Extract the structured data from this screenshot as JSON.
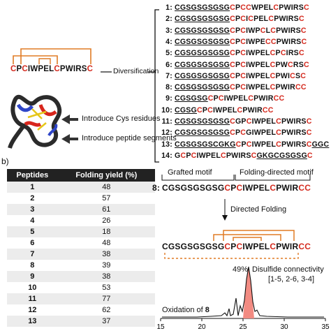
{
  "panel_b_label": "b)",
  "diversification_label": "Diversification",
  "template_sequence": [
    "C",
    "P",
    "C",
    "I",
    "W",
    "P",
    "E",
    "L",
    "C",
    "P",
    "W",
    "I",
    "R",
    "S",
    "C"
  ],
  "arrow_label_1": "Introduce Cys residues",
  "arrow_label_2": "Introduce peptide segments",
  "variants": [
    {
      "num": "1:",
      "segs": [
        [
          "CGSGSGSGSG",
          "u"
        ],
        [
          "C",
          "c"
        ],
        [
          "P",
          "n"
        ],
        [
          "C",
          "c"
        ],
        [
          "C",
          "c"
        ],
        [
          "WPEL",
          "n"
        ],
        [
          "C",
          "c"
        ],
        [
          "PWIRS",
          "n"
        ],
        [
          "C",
          "c"
        ]
      ]
    },
    {
      "num": "2:",
      "segs": [
        [
          "CGSGSGSGSG",
          "u"
        ],
        [
          "C",
          "c"
        ],
        [
          "P",
          "n"
        ],
        [
          "C",
          "c"
        ],
        [
          "I",
          "n"
        ],
        [
          "C",
          "c"
        ],
        [
          "PEL",
          "n"
        ],
        [
          "C",
          "c"
        ],
        [
          "PWIRS",
          "n"
        ],
        [
          "C",
          "c"
        ]
      ]
    },
    {
      "num": "3:",
      "segs": [
        [
          "CGSGSGSGSG",
          "u"
        ],
        [
          "C",
          "c"
        ],
        [
          "P",
          "n"
        ],
        [
          "C",
          "c"
        ],
        [
          "IWP",
          "n"
        ],
        [
          "C",
          "c"
        ],
        [
          "L",
          "n"
        ],
        [
          "C",
          "c"
        ],
        [
          "PWIRS",
          "n"
        ],
        [
          "C",
          "c"
        ]
      ]
    },
    {
      "num": "4:",
      "segs": [
        [
          "CGSGSGSGSG",
          "u"
        ],
        [
          "C",
          "c"
        ],
        [
          "P",
          "n"
        ],
        [
          "C",
          "c"
        ],
        [
          "IWPE",
          "n"
        ],
        [
          "C",
          "c"
        ],
        [
          "C",
          "c"
        ],
        [
          "PWIRS",
          "n"
        ],
        [
          "C",
          "c"
        ]
      ]
    },
    {
      "num": "5:",
      "segs": [
        [
          "CGSGSGSGSG",
          "u"
        ],
        [
          "C",
          "c"
        ],
        [
          "P",
          "n"
        ],
        [
          "C",
          "c"
        ],
        [
          "IWPEL",
          "n"
        ],
        [
          "C",
          "c"
        ],
        [
          "P",
          "n"
        ],
        [
          "C",
          "c"
        ],
        [
          "IRS",
          "n"
        ],
        [
          "C",
          "c"
        ]
      ]
    },
    {
      "num": "6:",
      "segs": [
        [
          "CGSGSGSGSG",
          "u"
        ],
        [
          "C",
          "c"
        ],
        [
          "P",
          "n"
        ],
        [
          "C",
          "c"
        ],
        [
          "IWPEL",
          "n"
        ],
        [
          "C",
          "c"
        ],
        [
          "PW",
          "n"
        ],
        [
          "C",
          "c"
        ],
        [
          "RS",
          "n"
        ],
        [
          "C",
          "c"
        ]
      ]
    },
    {
      "num": "7:",
      "segs": [
        [
          "CGSGSGSGSG",
          "u"
        ],
        [
          "C",
          "c"
        ],
        [
          "P",
          "n"
        ],
        [
          "C",
          "c"
        ],
        [
          "IWPEL",
          "n"
        ],
        [
          "C",
          "c"
        ],
        [
          "PWI",
          "n"
        ],
        [
          "C",
          "c"
        ],
        [
          "S",
          "n"
        ],
        [
          "C",
          "c"
        ]
      ]
    },
    {
      "num": "8:",
      "segs": [
        [
          "CGSGSGSGSG",
          "u"
        ],
        [
          "C",
          "c"
        ],
        [
          "P",
          "n"
        ],
        [
          "C",
          "c"
        ],
        [
          "IWPEL",
          "n"
        ],
        [
          "C",
          "c"
        ],
        [
          "PWIR",
          "n"
        ],
        [
          "C",
          "c"
        ],
        [
          "C",
          "c"
        ]
      ]
    },
    {
      "num": "9:",
      "segs": [
        [
          "CGSGSG",
          "u"
        ],
        [
          "C",
          "c"
        ],
        [
          "P",
          "n"
        ],
        [
          "C",
          "c"
        ],
        [
          "IWPEL",
          "n"
        ],
        [
          "C",
          "c"
        ],
        [
          "PWIR",
          "n"
        ],
        [
          "C",
          "c"
        ],
        [
          "C",
          "c"
        ]
      ]
    },
    {
      "num": "10:",
      "segs": [
        [
          "CGSG",
          "u"
        ],
        [
          "C",
          "c"
        ],
        [
          "P",
          "n"
        ],
        [
          "C",
          "c"
        ],
        [
          "IWPEL",
          "n"
        ],
        [
          "C",
          "c"
        ],
        [
          "PWIR",
          "n"
        ],
        [
          "C",
          "c"
        ],
        [
          "C",
          "c"
        ]
      ]
    },
    {
      "num": "11:",
      "segs": [
        [
          "CGSGSGSGSG",
          "u"
        ],
        [
          "C",
          "c"
        ],
        [
          "GP",
          "n"
        ],
        [
          "C",
          "c"
        ],
        [
          "IWPEL",
          "n"
        ],
        [
          "C",
          "c"
        ],
        [
          "PWIRS",
          "n"
        ],
        [
          "C",
          "c"
        ]
      ]
    },
    {
      "num": "12:",
      "segs": [
        [
          "CGSGSGSGSG",
          "u"
        ],
        [
          "C",
          "c"
        ],
        [
          "P",
          "n"
        ],
        [
          "C",
          "c"
        ],
        [
          "GIWPEL",
          "n"
        ],
        [
          "C",
          "c"
        ],
        [
          "PWIRS",
          "n"
        ],
        [
          "C",
          "c"
        ]
      ]
    },
    {
      "num": "13:",
      "segs": [
        [
          "CGSGSGS",
          "u"
        ],
        [
          "CGKG",
          "u"
        ],
        [
          "C",
          "c"
        ],
        [
          "P",
          "n"
        ],
        [
          "C",
          "c"
        ],
        [
          "IWPEL",
          "n"
        ],
        [
          "C",
          "c"
        ],
        [
          "PWIRS",
          "n"
        ],
        [
          "C",
          "c"
        ],
        [
          "GGC",
          "u"
        ]
      ]
    },
    {
      "num": "14:",
      "segs": [
        [
          "G",
          "n"
        ],
        [
          "C",
          "c"
        ],
        [
          "P",
          "n"
        ],
        [
          "C",
          "c"
        ],
        [
          "IWPEL",
          "n"
        ],
        [
          "C",
          "c"
        ],
        [
          "PWIRS",
          "n"
        ],
        [
          "C",
          "c"
        ],
        [
          "GKGCGSGSG",
          "u"
        ],
        [
          "C",
          "c"
        ]
      ]
    }
  ],
  "table": {
    "headers": [
      "Peptides",
      "Folding yield (%)"
    ],
    "rows": [
      [
        "1",
        "48"
      ],
      [
        "2",
        "57"
      ],
      [
        "3",
        "61"
      ],
      [
        "4",
        "26"
      ],
      [
        "5",
        "18"
      ],
      [
        "6",
        "48"
      ],
      [
        "7",
        "38"
      ],
      [
        "8",
        "39"
      ],
      [
        "9",
        "38"
      ],
      [
        "10",
        "53"
      ],
      [
        "11",
        "77"
      ],
      [
        "12",
        "62"
      ],
      [
        "13",
        "37"
      ]
    ]
  },
  "grafted_motif_label": "Grafted motif",
  "folding_motif_label": "Folding-directed motif",
  "peptide8_label": "8:",
  "peptide8_sequence": [
    [
      "CGSGSGSGSG",
      "n"
    ],
    [
      "C",
      "c"
    ],
    [
      "P",
      "n"
    ],
    [
      "C",
      "c"
    ],
    [
      "IWPEL",
      "n"
    ],
    [
      "C",
      "c"
    ],
    [
      "PWIR",
      "n"
    ],
    [
      "C",
      "c"
    ],
    [
      "C",
      "c"
    ]
  ],
  "directed_folding_label": "Directed Folding",
  "folded_sequence": [
    [
      "CGSGSGSGSG",
      "n"
    ],
    [
      "C",
      "c"
    ],
    [
      "P",
      "n"
    ],
    [
      "C",
      "c"
    ],
    [
      "IWPEL",
      "n"
    ],
    [
      "C",
      "c"
    ],
    [
      "PWIR",
      "n"
    ],
    [
      "C",
      "c"
    ],
    [
      "C",
      "c"
    ]
  ],
  "chromatogram": {
    "peak_percent": "49%",
    "connectivity_title": "Disulfide connectivity",
    "connectivity_value": "[1-5, 2-6, 3-4]",
    "oxidation_label": "Oxidation of ",
    "oxidation_bold": "8",
    "x_ticks": [
      "15",
      "20",
      "25",
      "30",
      "35"
    ],
    "accent": "#e8413a"
  },
  "colors": {
    "cys_red": "#d42a1e",
    "bracket_orange": "#e07b25",
    "header_black": "#222222"
  }
}
